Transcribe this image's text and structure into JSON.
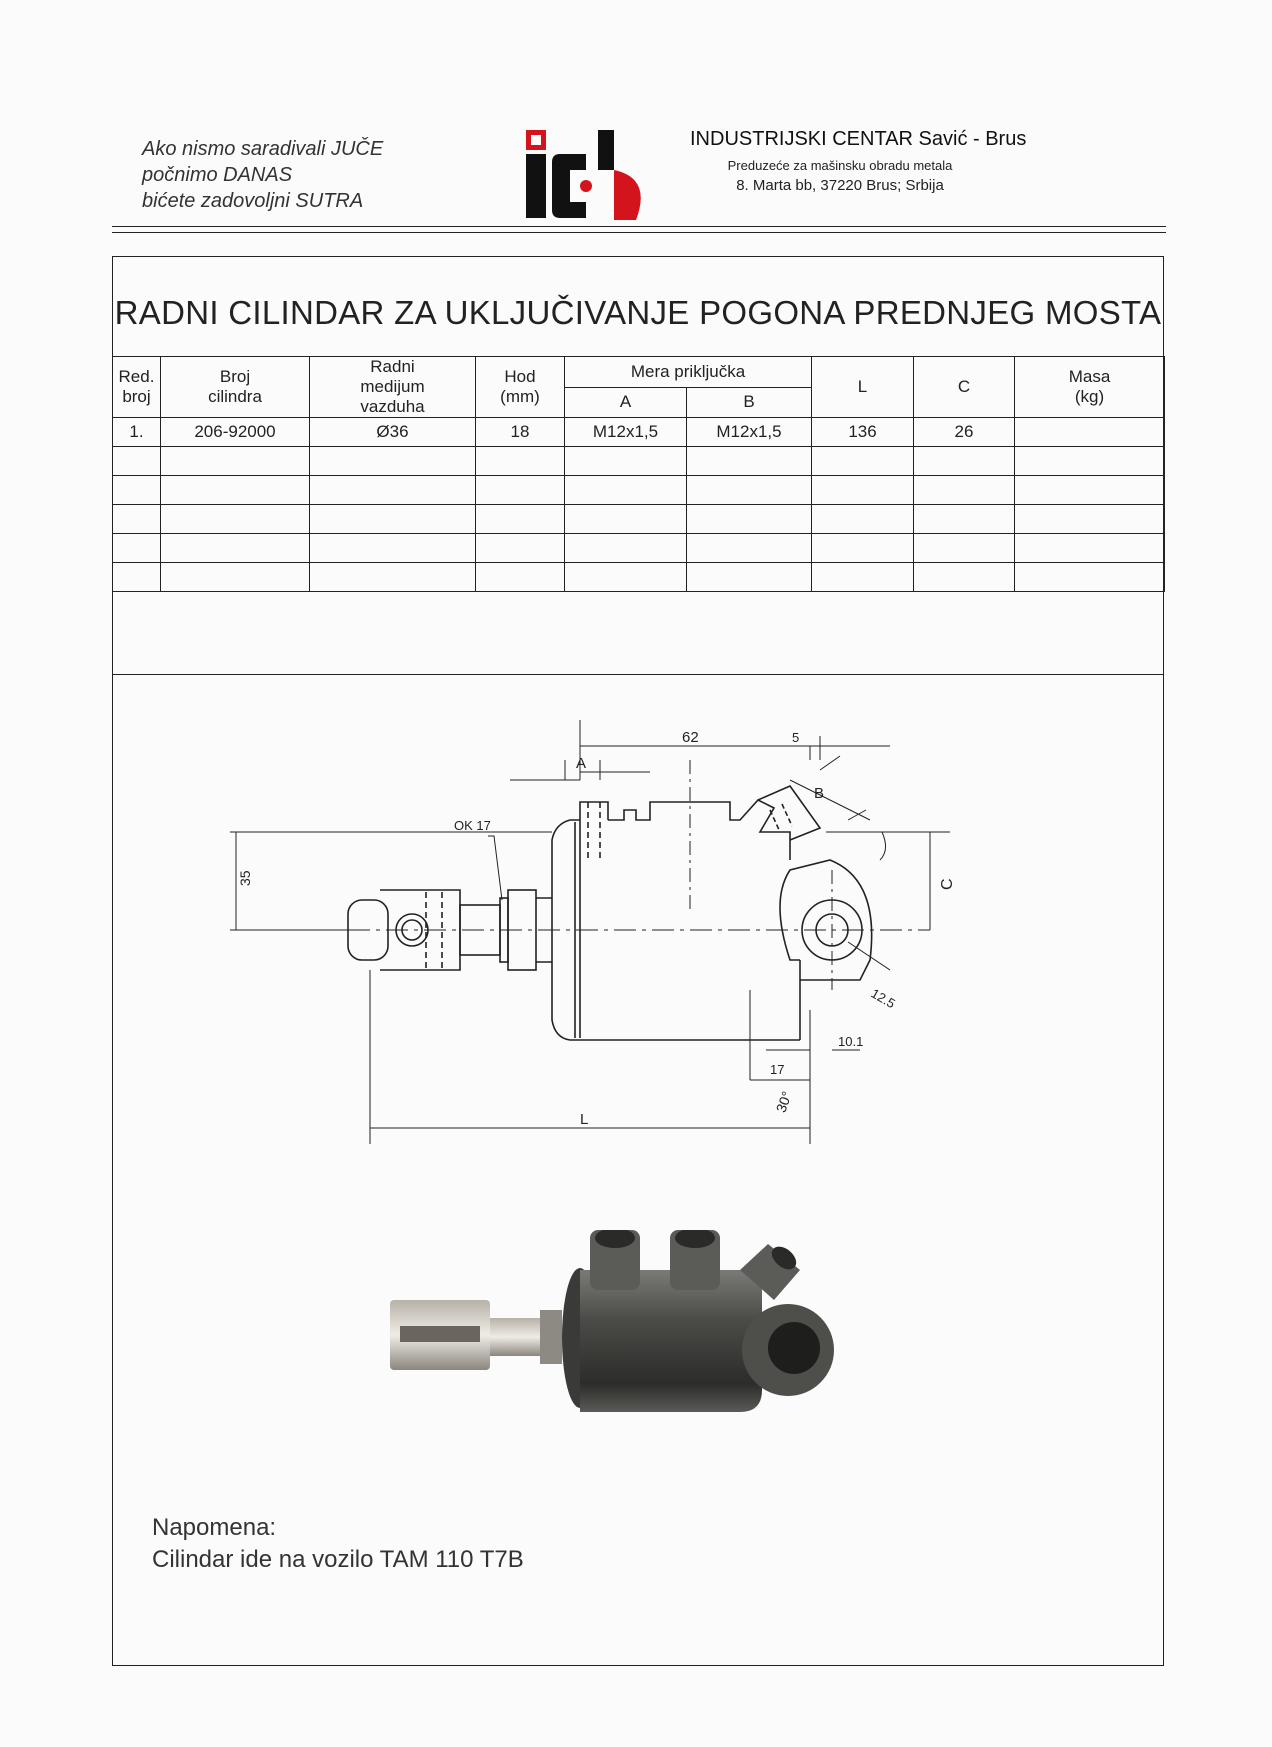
{
  "header": {
    "slogan": [
      "Ako nismo saradivali JUČE",
      "počnimo DANAS",
      "bićete zadovoljni SUTRA"
    ],
    "company_name": "INDUSTRIJSKI CENTAR Savić - Brus",
    "company_sub": "Preduzeće za mašinsku obradu metala",
    "company_address": "8. Marta bb, 37220 Brus; Srbija"
  },
  "title": "RADNI CILINDAR ZA UKLJUČIVANJE POGONA PREDNJEG MOSTA",
  "table": {
    "col_red": [
      "Red.",
      "broj"
    ],
    "col_broj": [
      "Broj",
      "cilindra"
    ],
    "col_radni": [
      "Radni",
      "medijum",
      "vazduha"
    ],
    "col_hod": [
      "Hod",
      "(mm)"
    ],
    "col_mera": "Mera priključka",
    "col_a": "A",
    "col_b": "B",
    "col_l": "L",
    "col_c": "C",
    "col_masa": [
      "Masa",
      "(kg)"
    ],
    "rows": [
      [
        "1.",
        "206-92000",
        "Ø36",
        "18",
        "M12x1,5",
        "M12x1,5",
        "136",
        "26",
        ""
      ]
    ]
  },
  "drawing_labels": {
    "dim_62": "62",
    "dim_5": "5",
    "dim_a": "A",
    "dim_b": "B",
    "ok17": "OK 17",
    "dim_35": "35",
    "dim_30": "30°",
    "dim_c": "C",
    "dim_125": "12.5",
    "dim_101": "10.1",
    "dim_17": "17",
    "dim_l": "L"
  },
  "note": {
    "label": "Napomena:",
    "text": "Cilindar ide na vozilo TAM 110 T7B"
  },
  "colors": {
    "logo_black": "#111111",
    "logo_red": "#d4141c",
    "line": "#222222"
  }
}
